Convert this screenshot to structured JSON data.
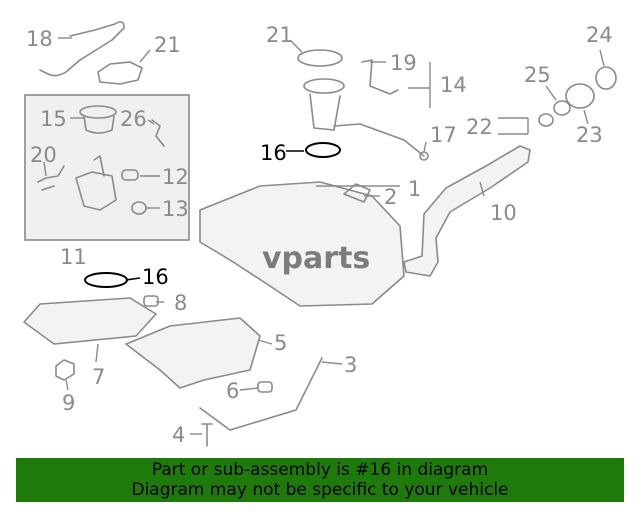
{
  "callouts": {
    "c1": "1",
    "c2": "2",
    "c3": "3",
    "c4": "4",
    "c5": "5",
    "c6": "6",
    "c7": "7",
    "c8": "8",
    "c9": "9",
    "c10": "10",
    "c11": "11",
    "c12": "12",
    "c13": "13",
    "c14": "14",
    "c15": "15",
    "c16a": "16",
    "c16b": "16",
    "c17": "17",
    "c18": "18",
    "c19": "19",
    "c20": "20",
    "c21a": "21",
    "c21b": "21",
    "c22": "22",
    "c23": "23",
    "c24": "24",
    "c25": "25",
    "c26": "26"
  },
  "watermark": {
    "brand": "vparts"
  },
  "highlight_color": "#000000",
  "part_color": "#8a8a8a",
  "banner": {
    "line1": "Part or sub-assembly is #16 in diagram",
    "line2": "Diagram may not be specific to your vehicle",
    "color": "#1f7a0c"
  }
}
